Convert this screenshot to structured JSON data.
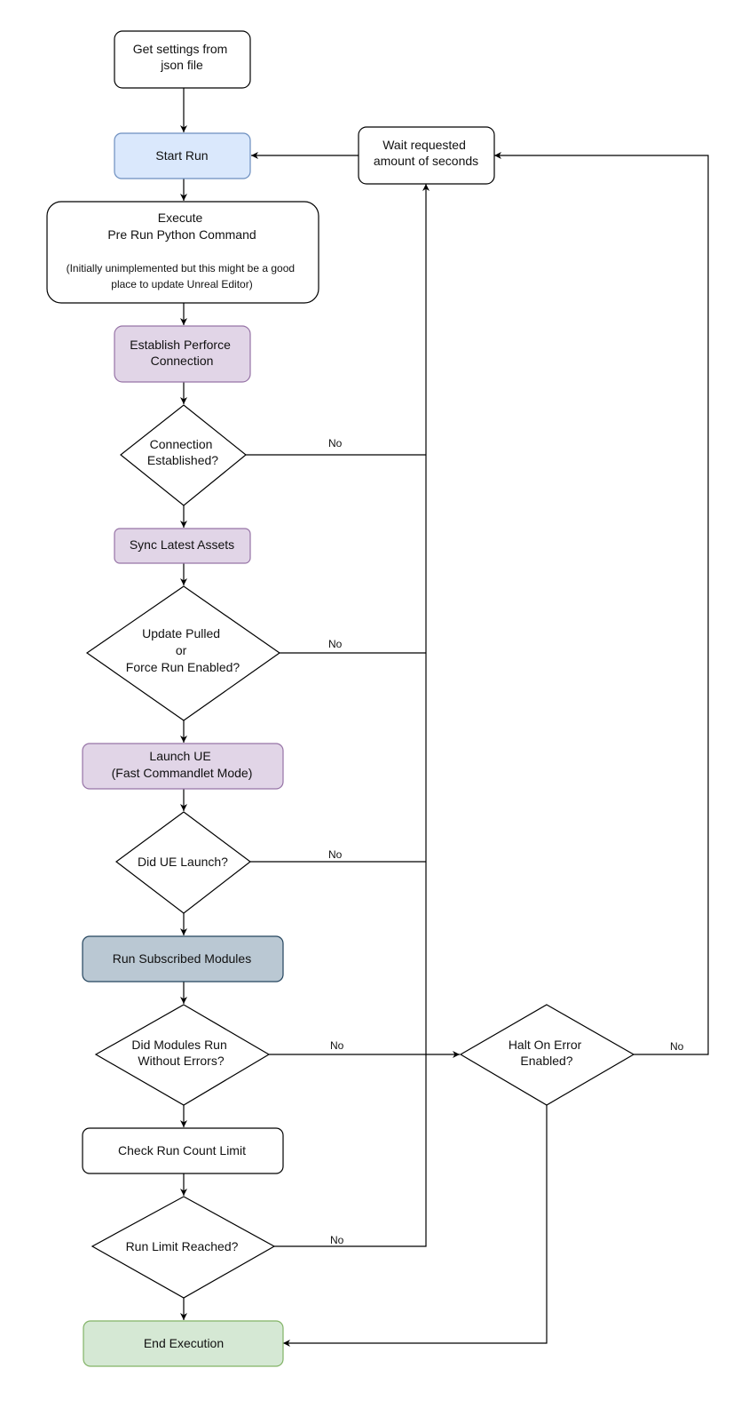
{
  "colors": {
    "stroke": "#000000",
    "default_fill": "#ffffff",
    "blue_fill": "#dae8fc",
    "blue_stroke": "#6c8ebf",
    "purple_fill": "#e1d5e7",
    "purple_stroke": "#9673a6",
    "slate_fill": "#bac8d3",
    "slate_stroke": "#23445d",
    "green_fill": "#d5e8d4",
    "green_stroke": "#82b366"
  },
  "nodes": {
    "get_settings": [
      "Get settings from",
      "json file"
    ],
    "start_run": [
      "Start Run"
    ],
    "wait": [
      "Wait requested",
      "amount of seconds"
    ],
    "execute": [
      "Execute",
      "Pre Run Python Command"
    ],
    "execute_note": [
      "(Initially unimplemented but this might be a good",
      "place to update Unreal Editor)"
    ],
    "establish_perforce": [
      "Establish Perforce",
      "Connection"
    ],
    "connection_established": [
      "Connection",
      "Established?"
    ],
    "sync_assets": [
      "Sync Latest Assets"
    ],
    "update_pulled": [
      "Update Pulled",
      "or",
      "Force Run Enabled?"
    ],
    "launch_ue": [
      "Launch UE",
      "(Fast Commandlet Mode)"
    ],
    "did_ue_launch": [
      "Did UE Launch?"
    ],
    "run_modules": [
      "Run Subscribed Modules"
    ],
    "modules_no_errors": [
      "Did Modules Run",
      "Without Errors?"
    ],
    "halt_on_error": [
      "Halt On Error",
      "Enabled?"
    ],
    "check_run_count": [
      "Check Run Count Limit"
    ],
    "run_limit_reached": [
      "Run Limit Reached?"
    ],
    "end_execution": [
      "End Execution"
    ]
  },
  "edge_labels": {
    "connection_no": "No",
    "update_no": "No",
    "launch_no": "No",
    "modules_no": "No",
    "halt_no": "No",
    "limit_no": "No"
  }
}
